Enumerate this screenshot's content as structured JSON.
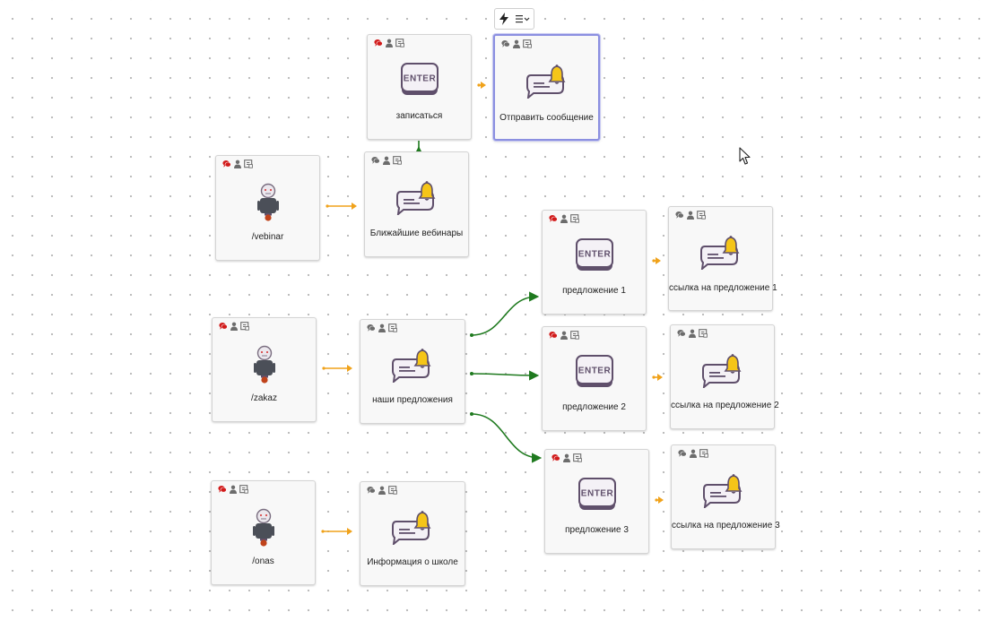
{
  "toolbar": {
    "buttons": [
      {
        "name": "lightning-icon"
      },
      {
        "name": "menu-dropdown-icon"
      }
    ]
  },
  "colors": {
    "canvas_dot": "#b9b9b9",
    "node_bg": "#f8f8f8",
    "selected_border": "#8b8fe0",
    "flow_arrow": "#f0a21a",
    "branch_connector": "#1f7a1f",
    "header_icon_red": "#d11a1a",
    "header_icon_gray": "#6c6c6c",
    "bell": "#f5c518"
  },
  "nodes": [
    {
      "id": "n-zapisatsya",
      "type": "enter",
      "label": "записаться",
      "header": [
        "red",
        "gray",
        "gray"
      ],
      "selected": false
    },
    {
      "id": "n-otpravit",
      "type": "message",
      "label": "Отправить сообщение",
      "header": [
        "gray",
        "gray",
        "gray"
      ],
      "selected": true
    },
    {
      "id": "n-vebinar-trigger",
      "type": "robot",
      "label": "/vebinar",
      "header": [
        "red",
        "gray",
        "gray"
      ],
      "selected": false
    },
    {
      "id": "n-vebinary",
      "type": "message",
      "label": "Ближайшие вебинары",
      "header": [
        "gray",
        "gray",
        "gray"
      ],
      "selected": false
    },
    {
      "id": "n-predl1",
      "type": "enter",
      "label": "предложение 1",
      "header": [
        "red",
        "gray",
        "gray"
      ],
      "selected": false
    },
    {
      "id": "n-link1",
      "type": "message",
      "label": "ссылка на предложение 1",
      "header": [
        "gray",
        "gray",
        "gray"
      ],
      "selected": false
    },
    {
      "id": "n-zakaz-trigger",
      "type": "robot",
      "label": "/zakaz",
      "header": [
        "red",
        "gray",
        "gray"
      ],
      "selected": false
    },
    {
      "id": "n-nashi",
      "type": "message",
      "label": "наши предложения",
      "header": [
        "gray",
        "gray",
        "gray"
      ],
      "selected": false
    },
    {
      "id": "n-predl2",
      "type": "enter",
      "label": "предложение 2",
      "header": [
        "red",
        "gray",
        "gray"
      ],
      "selected": false
    },
    {
      "id": "n-link2",
      "type": "message",
      "label": "ссылка на предложение 2",
      "header": [
        "gray",
        "gray",
        "gray"
      ],
      "selected": false
    },
    {
      "id": "n-predl3",
      "type": "enter",
      "label": "предложение 3",
      "header": [
        "red",
        "gray",
        "gray"
      ],
      "selected": false
    },
    {
      "id": "n-link3",
      "type": "message",
      "label": "ссылка на предложение 3",
      "header": [
        "gray",
        "gray",
        "gray"
      ],
      "selected": false
    },
    {
      "id": "n-onas-trigger",
      "type": "robot",
      "label": "/onas",
      "header": [
        "red",
        "gray",
        "gray"
      ],
      "selected": false
    },
    {
      "id": "n-info",
      "type": "message",
      "label": "Информация о школе",
      "header": [
        "gray",
        "gray",
        "gray"
      ],
      "selected": false
    }
  ],
  "edges": [
    {
      "from": "n-vebinar-trigger",
      "to": "n-vebinary",
      "kind": "flow"
    },
    {
      "from": "n-zapisatsya",
      "to": "n-otpravit",
      "kind": "flow"
    },
    {
      "from": "n-vebinary",
      "to": "n-zapisatsya",
      "kind": "up"
    },
    {
      "from": "n-zakaz-trigger",
      "to": "n-nashi",
      "kind": "flow"
    },
    {
      "from": "n-nashi",
      "to": "n-predl1",
      "kind": "branch"
    },
    {
      "from": "n-nashi",
      "to": "n-predl2",
      "kind": "branch"
    },
    {
      "from": "n-nashi",
      "to": "n-predl3",
      "kind": "branch"
    },
    {
      "from": "n-predl1",
      "to": "n-link1",
      "kind": "flow"
    },
    {
      "from": "n-predl2",
      "to": "n-link2",
      "kind": "flow"
    },
    {
      "from": "n-predl3",
      "to": "n-link3",
      "kind": "flow"
    },
    {
      "from": "n-onas-trigger",
      "to": "n-info",
      "kind": "flow"
    }
  ]
}
